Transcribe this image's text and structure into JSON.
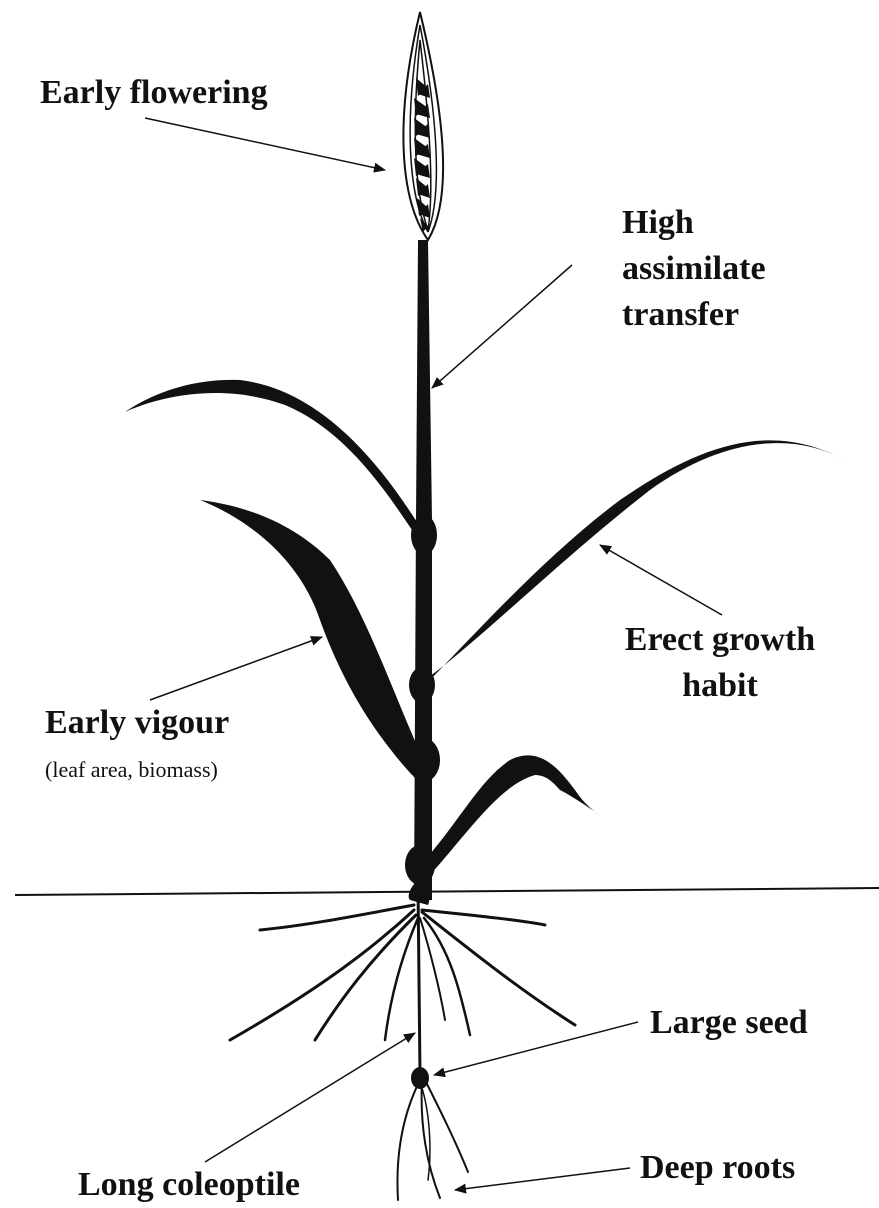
{
  "labels": {
    "early_flowering": "Early flowering",
    "high_assimilate": [
      "High",
      "assimilate",
      "transfer"
    ],
    "erect_growth": [
      "Erect growth",
      "habit"
    ],
    "early_vigour": "Early vigour",
    "early_vigour_note": "(leaf area, biomass)",
    "large_seed": "Large seed",
    "long_coleoptile": "Long coleoptile",
    "deep_roots": "Deep roots"
  },
  "colors": {
    "plant": "#111111",
    "background": "#ffffff"
  }
}
